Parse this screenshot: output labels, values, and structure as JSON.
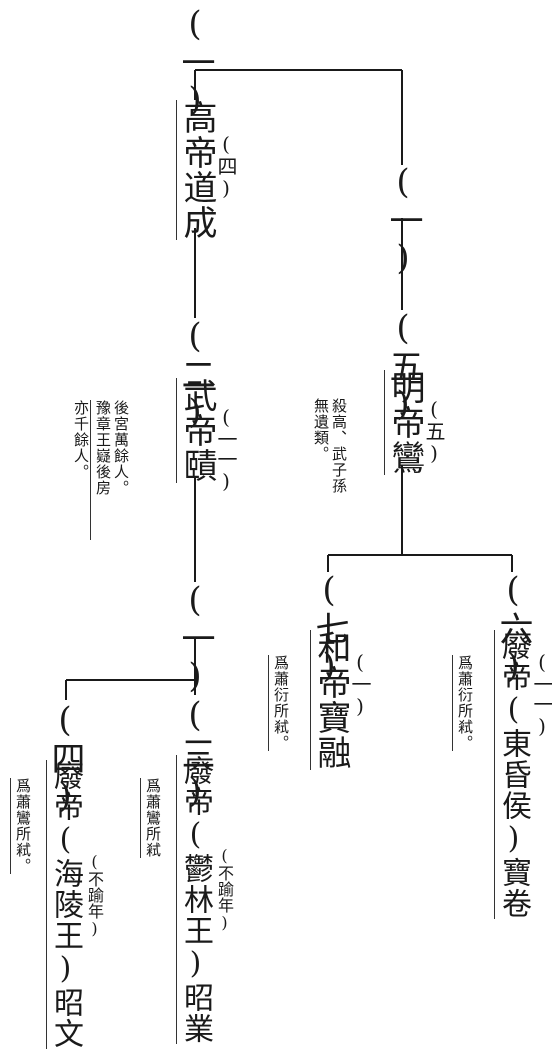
{
  "nodes": {
    "root_num": "(一)",
    "gaodi": {
      "name": "高帝道成",
      "gen": "(四)"
    },
    "wudi": {
      "num": "(二)",
      "name": "武帝賾",
      "gen": "(一一)"
    },
    "wudi_note": [
      "後宮萬餘人。",
      "豫章王嶷後房",
      "亦千餘人。"
    ],
    "branch_mid": "(一)",
    "feidi_yulin": {
      "num": "(三)",
      "name": "廢帝(鬱林王)昭業",
      "gen": "(不踰年)"
    },
    "feidi_yulin_note": "爲蕭鸞所弒",
    "feidi_hailing": {
      "num": "(四)",
      "name": "廢帝(海陵王)昭文",
      "gen": "(不踰年)"
    },
    "feidi_hailing_note": "爲蕭鸞所弒。",
    "branch_right": "(一)",
    "mingdi": {
      "num": "(五)",
      "name": "明帝鸞",
      "gen": "(五)"
    },
    "mingdi_note": [
      "殺高、武子孫",
      "無遺類。"
    ],
    "feidi_donghun": {
      "num": "(六)",
      "name": "廢帝(東昏侯)寶卷",
      "gen": "(一一)"
    },
    "feidi_donghun_note": "爲蕭衍所弒。",
    "hedi": {
      "num": "(七)",
      "name": "和帝寶融",
      "gen": "(一)"
    },
    "hedi_note": "爲蕭衍所弒。"
  }
}
